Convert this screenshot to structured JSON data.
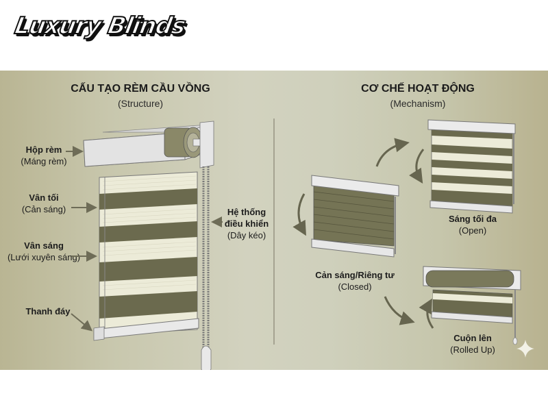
{
  "logo": {
    "text": "Luxury Blinds"
  },
  "colors": {
    "background_panel": "#cfd0bc",
    "blind_dark": "#6b6a4e",
    "blind_light": "#ecebd8",
    "cassette": "#e6e6e6",
    "arrow": "#6e6c57",
    "text": "#1b1b1b"
  },
  "structure": {
    "title": "CẤU TẠO RÈM CẦU VỒNG",
    "subtitle": "(Structure)",
    "labels": [
      {
        "name": "Hộp rèm",
        "sub": "(Máng rèm)"
      },
      {
        "name": "Vân tối",
        "sub": "(Cản sáng)"
      },
      {
        "name": "Vân sáng",
        "sub": "(Lưới xuyên sáng)"
      },
      {
        "name": "Thanh đáy",
        "sub": ""
      },
      {
        "name": "Hệ thống",
        "name2": "điều khiển",
        "sub": "(Dây kéo)"
      }
    ]
  },
  "mechanism": {
    "title": "CƠ CHẾ HOẠT ĐỘNG",
    "subtitle": "(Mechanism)",
    "states": [
      {
        "name": "Cản sáng/Riêng tư",
        "sub": "(Closed)"
      },
      {
        "name": "Sáng tối đa",
        "sub": "(Open)"
      },
      {
        "name": "Cuộn lên",
        "sub": "(Rolled Up)"
      }
    ]
  },
  "watermark": {
    "icon": "sparkle-icon"
  }
}
